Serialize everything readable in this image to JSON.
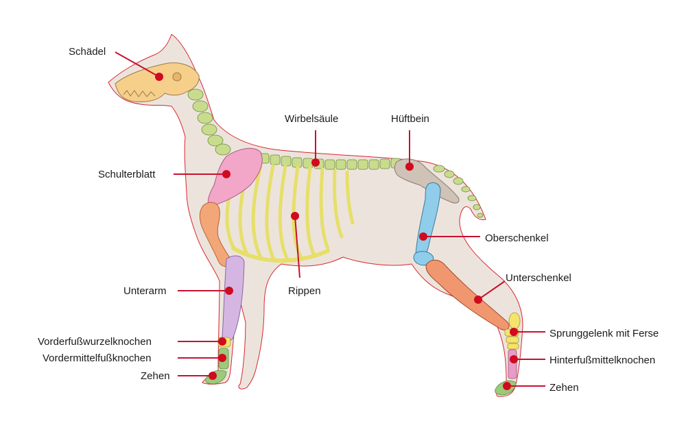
{
  "diagram": {
    "colors": {
      "body_fill": "#ece4dc",
      "body_outline": "#d8262e",
      "leader": "#c8102e",
      "skull": "#f6cf8a",
      "spine": "#c9dc8e",
      "scapula": "#f2a6c8",
      "ribs": "#f3ef9a",
      "humerus": "#f3a677",
      "forearm": "#d5b6e2",
      "hip": "#cfc2b6",
      "femur": "#8fcdea",
      "tibia": "#f0976f",
      "hock": "#f5e36b",
      "metatarsal": "#e89bc8",
      "toes": "#9cc97a"
    },
    "labels": {
      "skull": "Schädel",
      "spine": "Wirbelsäule",
      "hip": "Hüftbein",
      "scapula": "Schulterblatt",
      "femur": "Oberschenkel",
      "tibia": "Unterschenkel",
      "forearm": "Unterarm",
      "ribs": "Rippen",
      "carpus": "Vorderfußwurzelknochen",
      "metacarpus": "Vordermittelfußknochen",
      "front_toes": "Zehen",
      "hock": "Sprunggelenk mit Ferse",
      "metatarsus": "Hinterfußmittelknochen",
      "hind_toes": "Zehen"
    }
  }
}
